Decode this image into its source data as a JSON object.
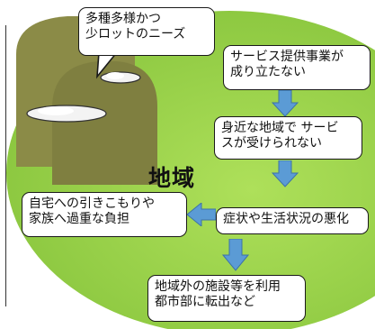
{
  "region_label": "地域",
  "callout": "多種多様かつ\n少ロットのニーズ",
  "steps": [
    "サービス提供事業が\n成り立たない",
    "身近な地域で サービ\nスが受けられない",
    "症状や生活状況の悪化",
    "地域外の施設等を利用\n都市部に転出など"
  ],
  "side_effect": "自宅への引きこもりや\n家族へ過重な負担",
  "colors": {
    "ellipse": "#9cd347",
    "ellipse_dark": "#7fba34",
    "mountain": "#8b8b47",
    "mountain_dark": "#76763c",
    "arrow": "#5b9bd5",
    "arrow_stroke": "#3d72a8"
  }
}
